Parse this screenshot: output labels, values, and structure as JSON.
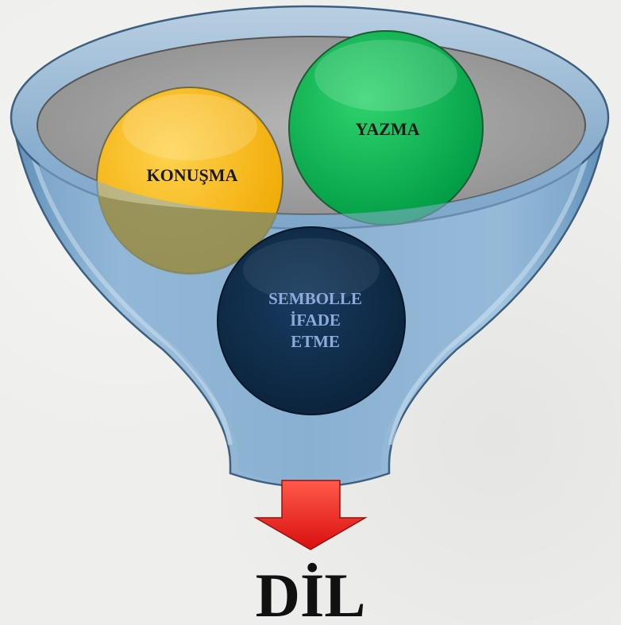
{
  "diagram": {
    "circles": {
      "speaking": "KONUŞMA",
      "writing": "YAZMA",
      "symbol_line1": "SEMBOLLE",
      "symbol_line2": "İFADE",
      "symbol_line3": "ETME"
    },
    "result": "DİL",
    "colors": {
      "funnel": "#8fb4d3",
      "funnel_rim": "#9c9c9c",
      "speaking": "#ffc000",
      "writing": "#00b050",
      "symbol": "#0e2a47",
      "symbol_text": "#8eaadb",
      "arrow": "#e31b1b"
    }
  }
}
